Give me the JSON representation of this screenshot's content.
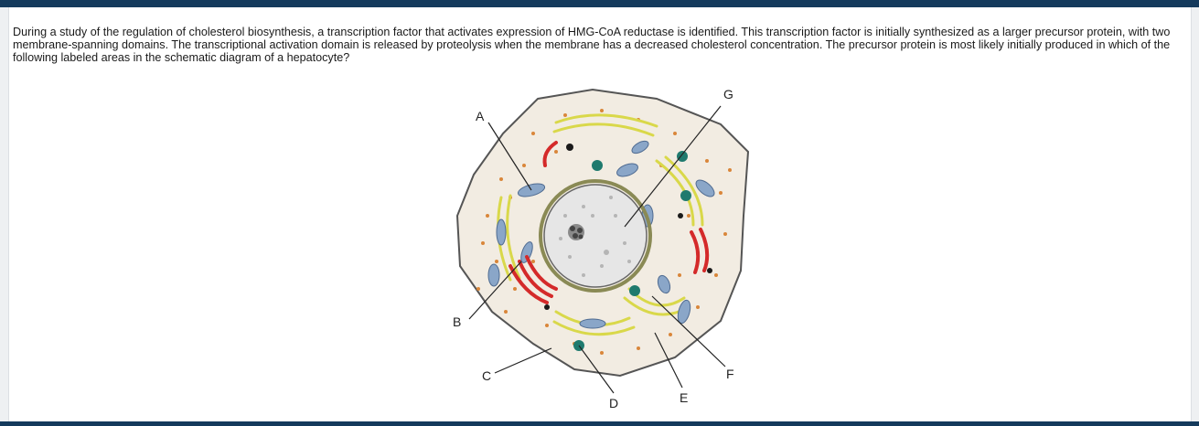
{
  "question": {
    "text": "During a study of the regulation of cholesterol biosynthesis, a transcription factor that activates expression of HMG-CoA reductase is identified. This transcription factor is initially synthesized as a larger precursor protein, with two membrane-spanning domains. The transcriptional activation domain is released by proteolysis when the membrane has a decreased cholesterol concentration. The precursor protein is most likely initially produced in which of the following labeled areas in the schematic diagram of a hepatocyte?"
  },
  "diagram": {
    "labels": {
      "a": "A",
      "b": "B",
      "c": "C",
      "d": "D",
      "e": "E",
      "f": "F",
      "g": "G"
    },
    "colors": {
      "rough_er": "#d9d84a",
      "mitochondria": "#8aa6c8",
      "golgi": "#d42a2a",
      "peroxisome": "#1f7a6e",
      "cytoplasm": "#f2ece2",
      "nucleus": "#e6e6e6"
    }
  },
  "frame": {
    "bar_color": "#143a5c"
  }
}
